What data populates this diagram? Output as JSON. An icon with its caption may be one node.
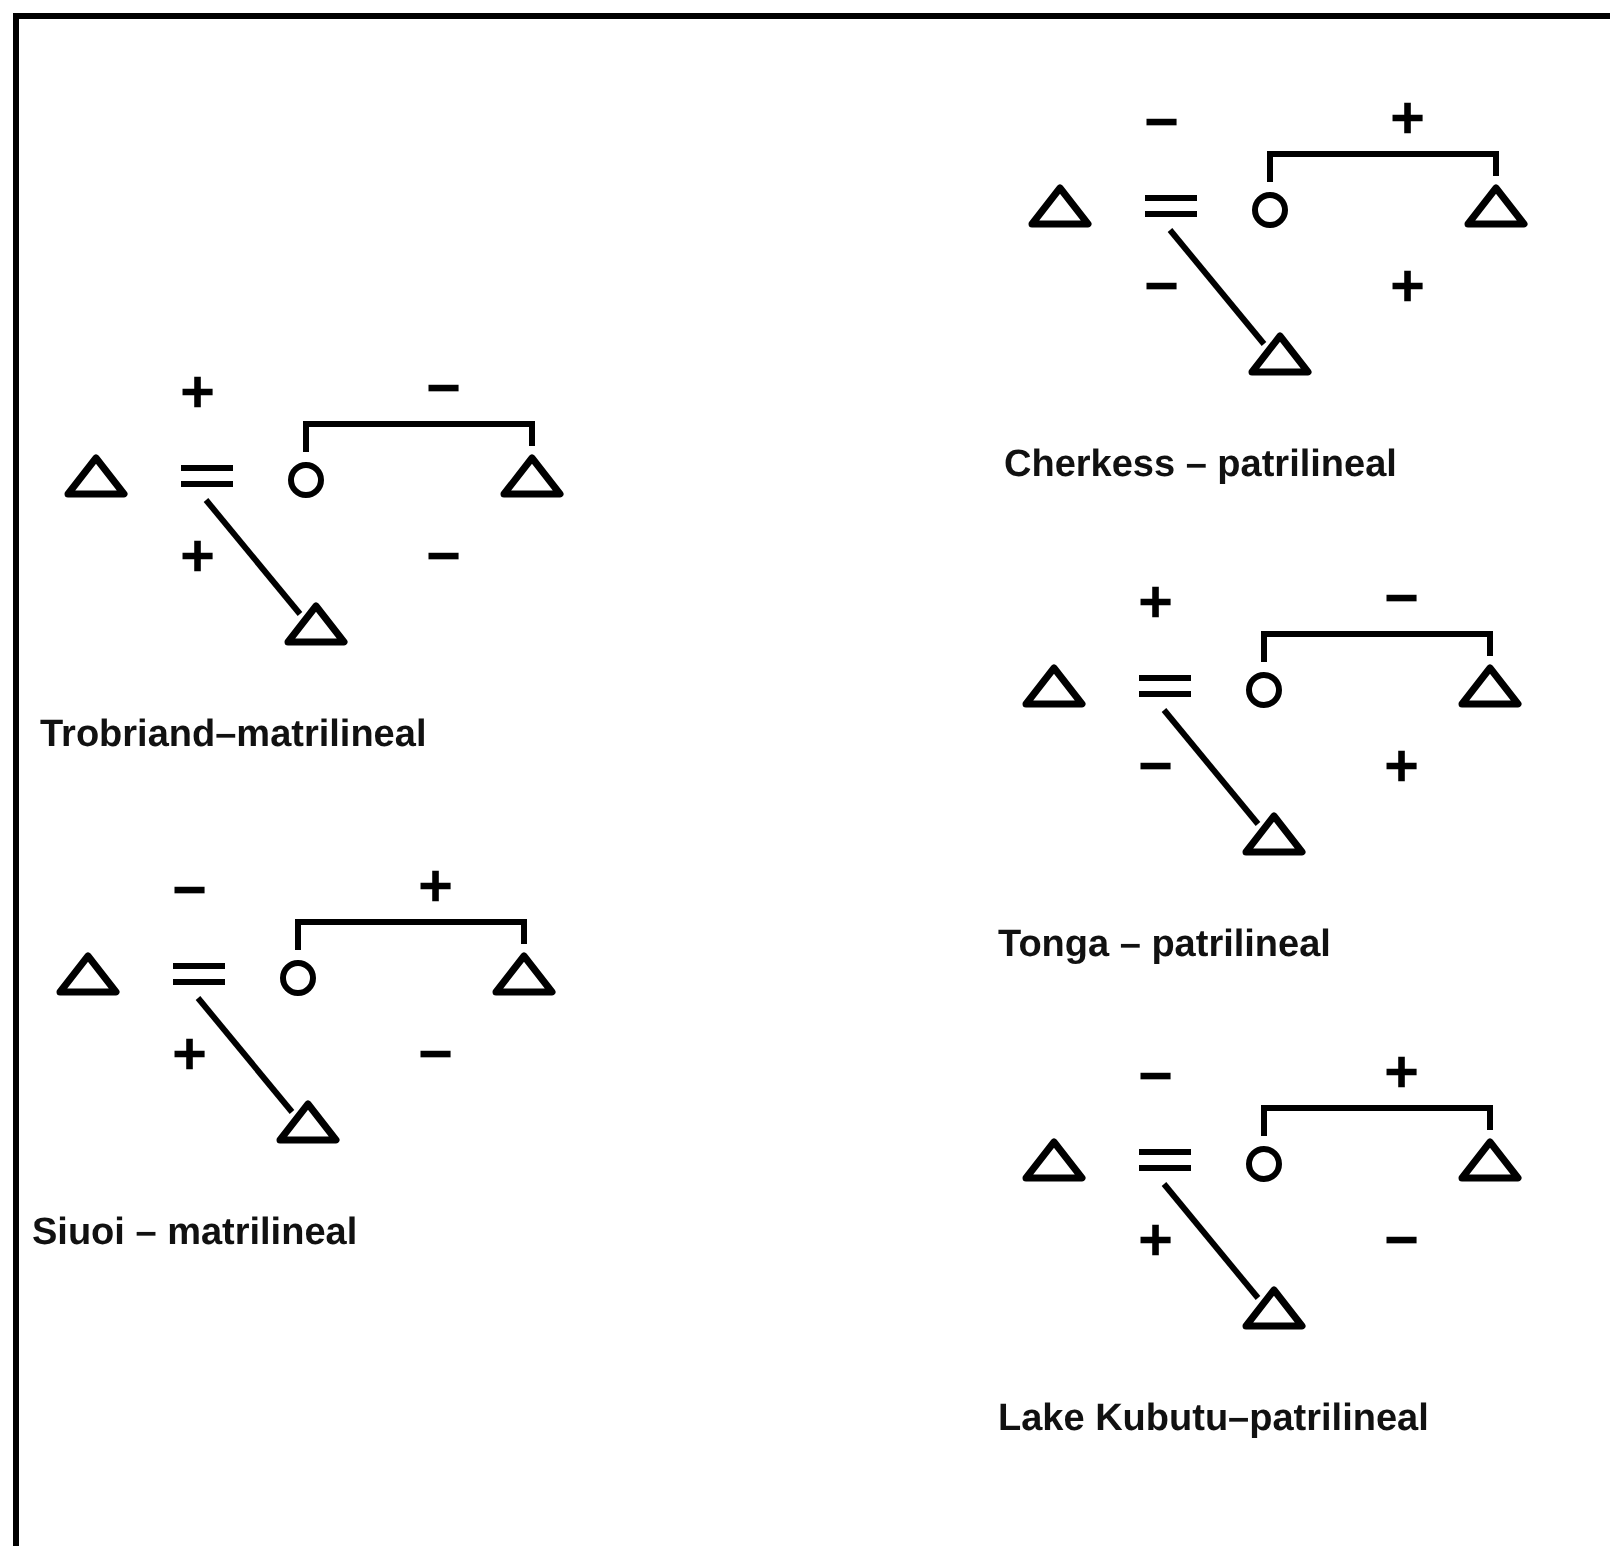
{
  "diagram": {
    "nodes": [
      {
        "text": [],
        "shape": "triangle"
      },
      {
        "text": [],
        "shape": "circle"
      },
      {
        "text": [],
        "shape": "triangle"
      },
      {
        "text": [],
        "shape": "triangle"
      },
      {
        "text": [],
        "shape": "triangle"
      },
      {
        "text": [],
        "shape": "circle"
      },
      {
        "text": [],
        "shape": "triangle"
      },
      {
        "text": [],
        "shape": "triangle"
      },
      {
        "text": [],
        "shape": "triangle"
      },
      {
        "text": [],
        "shape": "circle"
      },
      {
        "text": [],
        "shape": "triangle"
      },
      {
        "text": [],
        "shape": "triangle"
      },
      {
        "text": [],
        "shape": "triangle"
      },
      {
        "text": [],
        "shape": "circle"
      },
      {
        "text": [],
        "shape": "triangle"
      },
      {
        "text": [],
        "shape": "triangle"
      },
      {
        "text": [],
        "shape": "triangle"
      },
      {
        "text": [],
        "shape": "circle"
      },
      {
        "text": [],
        "shape": "triangle"
      },
      {
        "text": [],
        "shape": "triangle"
      }
    ],
    "edges": [
      {
        "from": 0,
        "to": 1,
        "arrow": "none",
        "label": "+"
      },
      {
        "from": 1,
        "to": 2,
        "arrow": "none",
        "label": "−"
      },
      {
        "from": null,
        "to": 3,
        "arrow": "none",
        "label": "+"
      },
      {
        "from": 4,
        "to": 5,
        "arrow": "none",
        "label": "−"
      },
      {
        "from": 5,
        "to": 6,
        "arrow": "none",
        "label": "+"
      },
      {
        "from": null,
        "to": 7,
        "arrow": "none",
        "label": "+"
      },
      {
        "from": 8,
        "to": 9,
        "arrow": "none",
        "label": "−"
      },
      {
        "from": 9,
        "to": 10,
        "arrow": "none",
        "label": "+"
      },
      {
        "from": null,
        "to": 11,
        "arrow": "none",
        "label": "−"
      },
      {
        "from": 12,
        "to": 13,
        "arrow": "none",
        "label": "+"
      },
      {
        "from": 13,
        "to": 14,
        "arrow": "none",
        "label": "−"
      },
      {
        "from": null,
        "to": 15,
        "arrow": "none",
        "label": "−"
      },
      {
        "from": 16,
        "to": 17,
        "arrow": "none",
        "label": "−"
      },
      {
        "from": 17,
        "to": 18,
        "arrow": "none",
        "label": "+"
      },
      {
        "from": null,
        "to": 19,
        "arrow": "none",
        "label": "+"
      }
    ],
    "labels": [
      "−",
      "Trobriand–matrilineal",
      "−",
      "Siuoi – matrilineal",
      "+",
      "Cherkess – patrilineal",
      "+",
      "Tonga – patrilineal",
      "−",
      "Lake Kubutu–patrilineal"
    ]
  }
}
